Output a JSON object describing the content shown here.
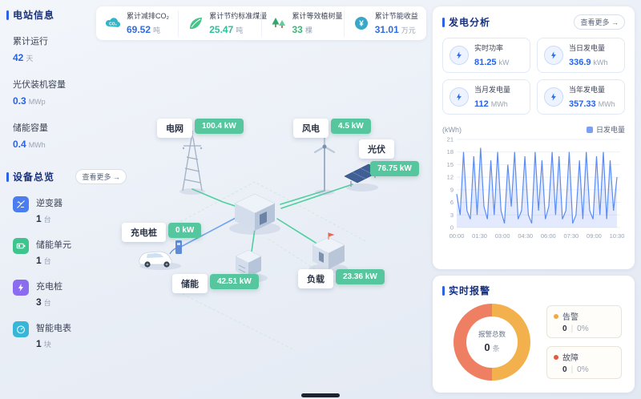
{
  "station": {
    "title": "电站信息",
    "items": [
      {
        "label": "累计运行",
        "value": "42",
        "unit": "天"
      },
      {
        "label": "光伏装机容量",
        "value": "0.3",
        "unit": "MWp"
      },
      {
        "label": "储能容量",
        "value": "0.4",
        "unit": "MWh"
      }
    ]
  },
  "devices": {
    "title": "设备总览",
    "more": "查看更多 →",
    "items": [
      {
        "label": "逆变器",
        "count": "1",
        "unit": "台",
        "color": "#4a7df0"
      },
      {
        "label": "储能单元",
        "count": "1",
        "unit": "台",
        "color": "#3ec48e"
      },
      {
        "label": "充电桩",
        "count": "3",
        "unit": "台",
        "color": "#8b6cf0"
      },
      {
        "label": "智能电表",
        "count": "1",
        "unit": "块",
        "color": "#38b6d8"
      }
    ]
  },
  "kpis": {
    "items": [
      {
        "label": "累计减排CO₂",
        "value": "69.52",
        "unit": "吨",
        "color": "#2e6be6"
      },
      {
        "label": "累计节约标准煤量",
        "value": "25.47",
        "unit": "吨",
        "color": "#2fbf9a"
      },
      {
        "label": "累计等效植树量",
        "value": "33",
        "unit": "棵",
        "color": "#3bb877"
      },
      {
        "label": "累计节能收益",
        "value": "31.01",
        "unit": "万元",
        "color": "#2e6be6"
      }
    ]
  },
  "flow": {
    "nodes": [
      {
        "name": "电网",
        "value": "100.4 kW"
      },
      {
        "name": "风电",
        "value": "4.5 kW"
      },
      {
        "name": "光伏",
        "value": "76.75 kW"
      },
      {
        "name": "充电桩",
        "value": "0 kW"
      },
      {
        "name": "储能",
        "value": "42.51 kW"
      },
      {
        "name": "负载",
        "value": "23.36 kW"
      }
    ]
  },
  "gen": {
    "title": "发电分析",
    "more": "查看更多 →",
    "metrics": [
      {
        "label": "实时功率",
        "value": "81.25",
        "unit": "kW"
      },
      {
        "label": "当日发电量",
        "value": "336.9",
        "unit": "kWh"
      },
      {
        "label": "当月发电量",
        "value": "112",
        "unit": "MWh"
      },
      {
        "label": "当年发电量",
        "value": "357.33",
        "unit": "MWh"
      }
    ]
  },
  "chart_data": {
    "type": "area",
    "unit_label": "(kWh)",
    "legend": "日发电量",
    "legend_color": "#7aa0f5",
    "line_color": "#5b8cf5",
    "fill_color": "rgba(105,140,245,0.18)",
    "x_ticks": [
      "00:00",
      "01:30",
      "03:00",
      "04:30",
      "06:00",
      "07:30",
      "09:00",
      "10:30"
    ],
    "y_ticks": [
      0,
      3,
      6,
      9,
      12,
      15,
      18,
      21
    ],
    "ylim": [
      0,
      21
    ],
    "values": [
      8,
      3,
      18,
      4,
      2,
      17,
      3,
      19,
      5,
      2,
      16,
      3,
      18,
      4,
      1,
      15,
      5,
      18,
      2,
      4,
      17,
      3,
      1,
      18,
      4,
      16,
      2,
      5,
      18,
      3,
      17,
      2,
      4,
      18,
      1,
      3,
      16,
      2,
      18,
      4,
      2,
      17,
      3,
      18,
      2,
      16,
      4,
      12
    ]
  },
  "alarm": {
    "title": "实时报警",
    "center_label": "报警总数",
    "center_value": "0",
    "center_unit": "条",
    "donut_colors": [
      "#f3b14e",
      "#ee7f62"
    ],
    "legend": [
      {
        "label": "告警",
        "value": "0",
        "sep": "|",
        "percent": "0%",
        "color": "#f5a83c"
      },
      {
        "label": "故障",
        "value": "0",
        "sep": "|",
        "percent": "0%",
        "color": "#e8573f"
      }
    ]
  }
}
